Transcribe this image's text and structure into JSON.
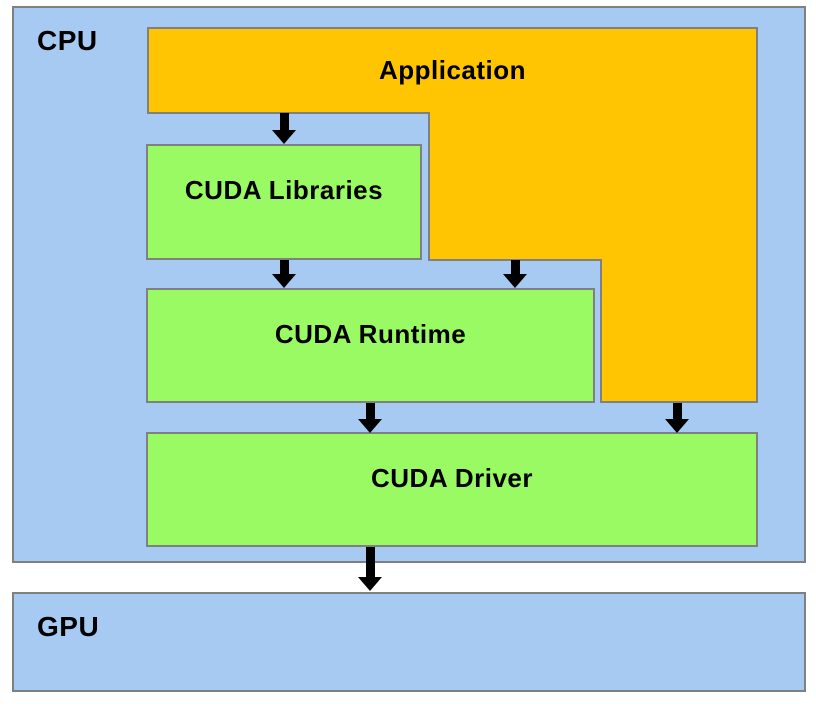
{
  "cpu": {
    "label": "CPU"
  },
  "gpu": {
    "label": "GPU"
  },
  "blocks": {
    "application": {
      "label": "Application",
      "fill": "#FFC402"
    },
    "libraries": {
      "label": "CUDA Libraries",
      "fill": "#99FA64"
    },
    "runtime": {
      "label": "CUDA Runtime",
      "fill": "#99FA64"
    },
    "driver": {
      "label": "CUDA Driver",
      "fill": "#99FA64"
    }
  },
  "connections": [
    {
      "from": "Application",
      "to": "CUDA Libraries"
    },
    {
      "from": "CUDA Libraries",
      "to": "CUDA Runtime"
    },
    {
      "from": "Application",
      "to": "CUDA Runtime"
    },
    {
      "from": "CUDA Runtime",
      "to": "CUDA Driver"
    },
    {
      "from": "Application",
      "to": "CUDA Driver"
    },
    {
      "from": "CUDA Driver",
      "to": "GPU"
    }
  ],
  "colors": {
    "region_fill": "#A6CAF2",
    "application_fill": "#FFC402",
    "cuda_block_fill": "#99FA64",
    "border": "#808080",
    "arrow": "#000000",
    "text": "#000000",
    "background": "#FFFFFF"
  }
}
